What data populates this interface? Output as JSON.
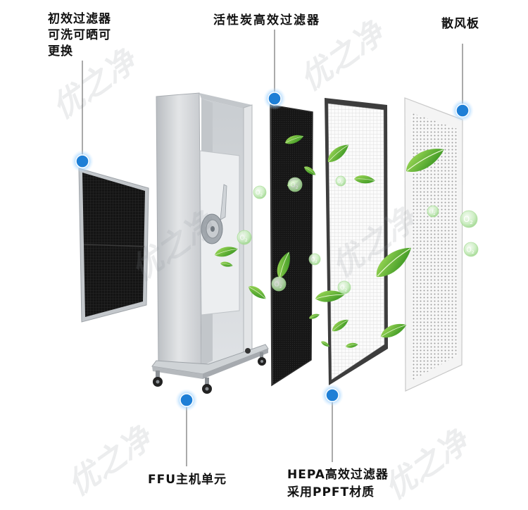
{
  "callouts": {
    "pre_filter": [
      "初效过滤器",
      "可洗可晒可",
      "更换"
    ],
    "carbon_filter": [
      "活性炭高效过滤器"
    ],
    "diffuser_plate": [
      "散风板"
    ],
    "ffu_unit": [
      "FFU主机单元"
    ],
    "hepa_filter": [
      "HEPA高效过滤器",
      "采用PPFT材质"
    ]
  },
  "bubble_label": {
    "base": "O",
    "sub": "2"
  },
  "watermark": "优之净",
  "colors": {
    "callout_dot": "#1e7fd6",
    "text": "#111111",
    "leaf": "#4caf2a"
  }
}
